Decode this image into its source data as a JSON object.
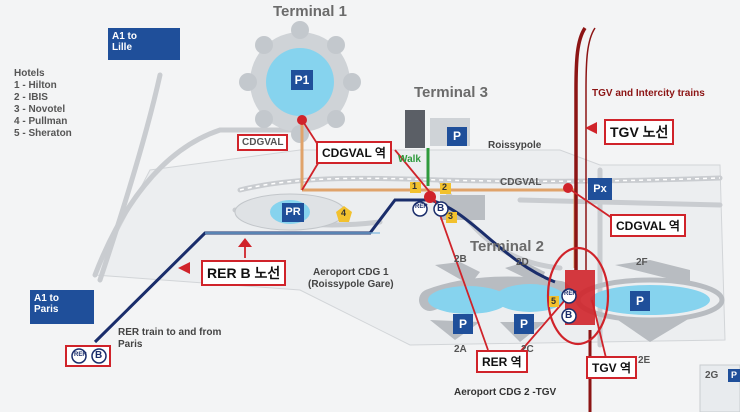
{
  "terminals": {
    "t1": "Terminal 1",
    "t2": "Terminal 2",
    "t3": "Terminal 3"
  },
  "hotels": {
    "title": "Hotels",
    "items": [
      "1 - Hilton",
      "2 - IBIS",
      "3 - Novotel",
      "4 - Pullman",
      "5 - Sheraton"
    ],
    "map_numbers": [
      "1",
      "2",
      "3",
      "4",
      "5"
    ]
  },
  "road_signs": {
    "a1_lille_line1": "A1 to",
    "a1_lille_line2": "Lille",
    "a1_paris_line1": "A1 to",
    "a1_paris_line2": "Paris"
  },
  "parking": {
    "p1": "P1",
    "pr": "PR",
    "px": "Px",
    "p": "P"
  },
  "labels": {
    "cdgval_t1": "CDGVAL",
    "cdgval_t3": "CDGVAL",
    "walk": "Walk",
    "roissypole": "Roissypole",
    "tgv_intercity": "TGV and Intercity trains",
    "aeroport_cdg1_line1": "Aeroport CDG 1",
    "aeroport_cdg1_line2": "(Roissypole Gare)",
    "rer_paris_line1": "RER train to and  from",
    "rer_paris_line2": "Paris",
    "aeroport_cdg2": "Aeroport CDG 2 -TGV",
    "rer": "RER",
    "b": "B",
    "gate_2a": "2A",
    "gate_2b": "2B",
    "gate_2c": "2C",
    "gate_2d": "2D",
    "gate_2e": "2E",
    "gate_2f": "2F",
    "gate_2g": "2G"
  },
  "callouts": {
    "cdgval_station_1": "CDGVAL 역",
    "cdgval_station_2": "CDGVAL 역",
    "tgv_line": "TGV 노선",
    "rer_b_line": "RER B 노선",
    "rer_station": "RER 역",
    "tgv_station": "TGV 역"
  },
  "colors": {
    "terminal_fill": "#86d3ee",
    "rer_line": "#1a2d6b",
    "tgv_line": "#8c1414",
    "cdgval_line": "#e0a36a",
    "walk_path": "#2e9a3c",
    "callout_red": "#d0232a",
    "parking_blue": "#1f4f9a",
    "hotel_marker": "#f2c12e"
  }
}
